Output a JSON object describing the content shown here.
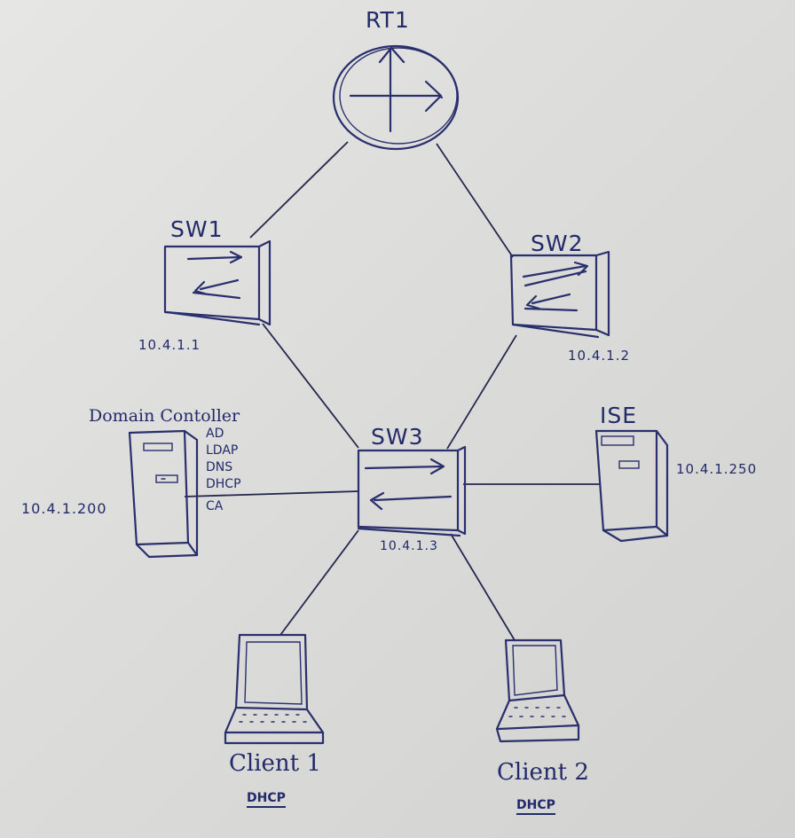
{
  "nodes": {
    "rt1": {
      "label": "RT1"
    },
    "sw1": {
      "label": "SW1",
      "ip": "10.4.1.1"
    },
    "sw2": {
      "label": "SW2",
      "ip": "10.4.1.2"
    },
    "sw3": {
      "label": "SW3",
      "ip": "10.4.1.3"
    },
    "dc": {
      "label": "Domain Contoller",
      "ip": "10.4.1.200",
      "services": [
        "AD",
        "LDAP",
        "DNS",
        "DHCP",
        "CA"
      ]
    },
    "ise": {
      "label": "ISE",
      "ip": "10.4.1.250"
    },
    "client1": {
      "label": "Client 1",
      "addressing": "DHCP"
    },
    "client2": {
      "label": "Client 2",
      "addressing": "DHCP"
    }
  },
  "links": [
    [
      "RT1",
      "SW1"
    ],
    [
      "RT1",
      "SW2"
    ],
    [
      "SW1",
      "SW3"
    ],
    [
      "SW2",
      "SW3"
    ],
    [
      "SW3",
      "Domain Contoller"
    ],
    [
      "SW3",
      "ISE"
    ],
    [
      "SW3",
      "Client 1"
    ],
    [
      "SW3",
      "Client 2"
    ]
  ],
  "colors": {
    "ink": "#2a2f6e",
    "paper": "#e0e0de"
  }
}
